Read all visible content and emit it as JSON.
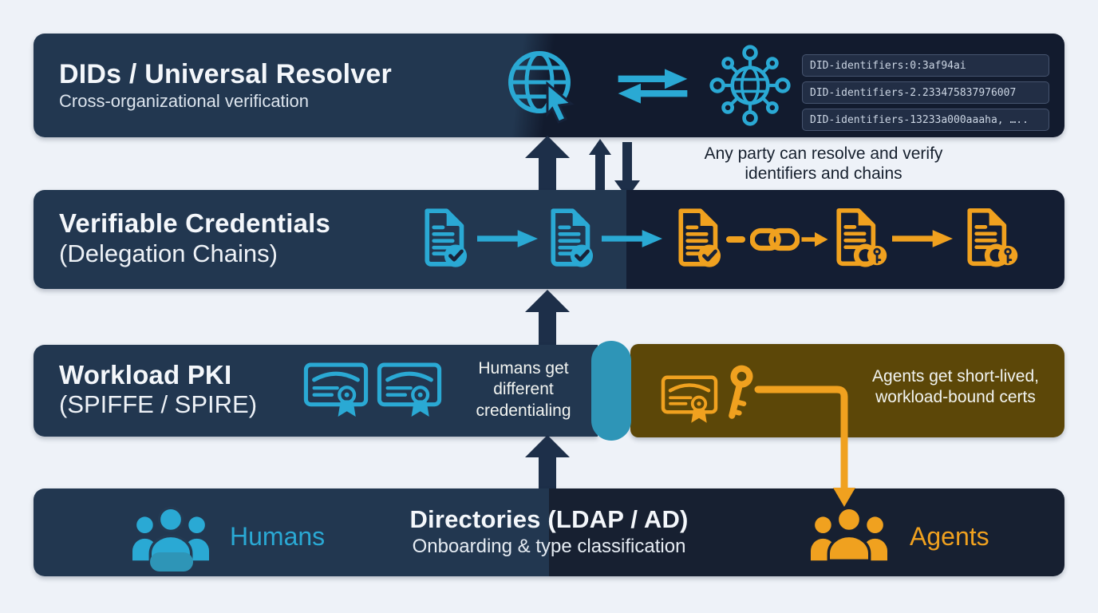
{
  "colors": {
    "page-bg": "#eef2f8",
    "navy": "#223750",
    "navy-dark": "#141e33",
    "navy-darker": "#121b2e",
    "navy-dir": "#172031",
    "olive": "#5c4708",
    "teal": "#2e95b7",
    "cyan": "#2aa9d4",
    "orange": "#f0a11f",
    "arrow-navy": "#1d2f49",
    "chip-bg": "#222e45",
    "chip-border": "#46546f",
    "chip-text": "#ccd6e4",
    "note-text": "#16202e",
    "badge-mark": "#182339",
    "net-bg": "#121b2e"
  },
  "layers": {
    "dids": {
      "title": "DIDs / Universal Resolver",
      "subtitle": "Cross-organizational verification",
      "identifiers": [
        "DID-identifiers:0:3af94ai",
        "DID-identifiers-2.233475837976007",
        "DID-identifiers-13233a000aaaha, ….."
      ]
    },
    "vc": {
      "title": "Verifiable Credentials",
      "subtitle": "(Delegation Chains)"
    },
    "pki": {
      "title": "Workload PKI",
      "subtitle": "(SPIFFE / SPIRE)",
      "humans_note": "Humans get different credentialing",
      "agents_note": "Agents get short-lived, workload-bound certs"
    },
    "dir": {
      "title": "Directories (LDAP / AD)",
      "subtitle": "Onboarding & type classification",
      "humans_label": "Humans",
      "agents_label": "Agents"
    }
  },
  "annotations": {
    "resolve": "Any party can resolve and verify identifiers and chains"
  }
}
